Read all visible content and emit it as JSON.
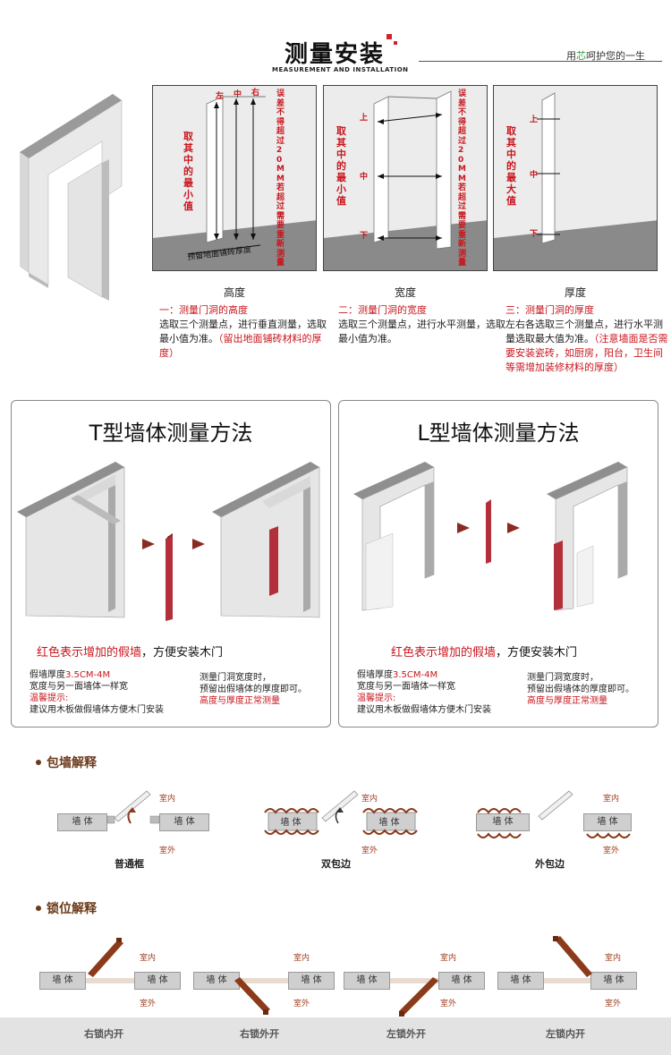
{
  "header": {
    "title": "测量安装",
    "subtitle": "MEASUREMENT AND INSTALLATION",
    "slogan_pre": "用",
    "slogan_green": "芯",
    "slogan_post": "呵护您的一生"
  },
  "panels": [
    {
      "label": "高度",
      "side_text": "取其中的最小值",
      "vertical_note": "误差不得超过20MM 若超过需要重新测量",
      "points": [
        "左",
        "中",
        "右"
      ],
      "floor_note": "预留地面铺砖厚度",
      "desc_title": "一：测量门洞的高度",
      "desc_body": "选取三个测量点，进行垂直测量，选取最小值为准。",
      "desc_note": "（留出地面铺砖材料的厚度）"
    },
    {
      "label": "宽度",
      "side_text": "取其中的最小值",
      "vertical_note": "误差不得超过20MM 若超过需要重新测量",
      "points": [
        "上",
        "中",
        "下"
      ],
      "desc_title": "二：测量门洞的宽度",
      "desc_body": "选取三个测量点，进行水平测量，选取最小值为准。"
    },
    {
      "label": "厚度",
      "side_text": "取其中的最大值",
      "points": [
        "上",
        "中",
        "下"
      ],
      "desc_title": "三：测量门洞的厚度",
      "desc_body": "左右各选取三个测量点，进行水平测量选取最大值为准。",
      "desc_note": "（注意墙面是否需要安装瓷砖，如厨房，阳台，卫生间等需增加装修材料的厚度）"
    }
  ],
  "methods": [
    {
      "title": "T型墙体测量方法",
      "red_pre": "红色表示",
      "red_word": "增加的假墙",
      "red_post": "，方便安装木门",
      "thick_label": "假墙厚度",
      "thick_value": "3.5CM-4M",
      "width_note": "宽度与另一面墙体一样宽",
      "tip_title": "温馨提示:",
      "tip_body": "建议用木板做假墙体方便木门安装",
      "right_1": "测量门洞宽度时，",
      "right_2": "预留出假墙体的厚度即可。",
      "right_3": "高度与厚度正常测量"
    },
    {
      "title": "L型墙体测量方法",
      "red_pre": "红色表示",
      "red_word": "增加的假墙",
      "red_post": "，方便安装木门",
      "thick_label": "假墙厚度",
      "thick_value": "3.5CM-4M",
      "width_note": "宽度与另一面墙体一样宽",
      "tip_title": "温馨提示:",
      "tip_body": "建议用木板做假墙体方便木门安装",
      "right_1": "测量门洞宽度时，",
      "right_2": "预留出假墙体的厚度即可。",
      "right_3": "高度与厚度正常测量"
    }
  ],
  "wrap_section": {
    "title": "包墙解释",
    "wall": "墙 体",
    "indoor": "室内",
    "outdoor": "室外",
    "captions": [
      "普通框",
      "双包边",
      "外包边"
    ]
  },
  "lock_section": {
    "title": "锁位解释",
    "wall": "墙 体",
    "indoor": "室内",
    "outdoor": "室外",
    "captions": [
      "右锁内开",
      "右锁外开",
      "左锁外开",
      "左锁内开"
    ]
  },
  "colors": {
    "accent_red": "#c8161d",
    "section_brown": "#6b3a1a",
    "door_brown": "#8b3a1a",
    "fake_wall": "#b3303a"
  }
}
